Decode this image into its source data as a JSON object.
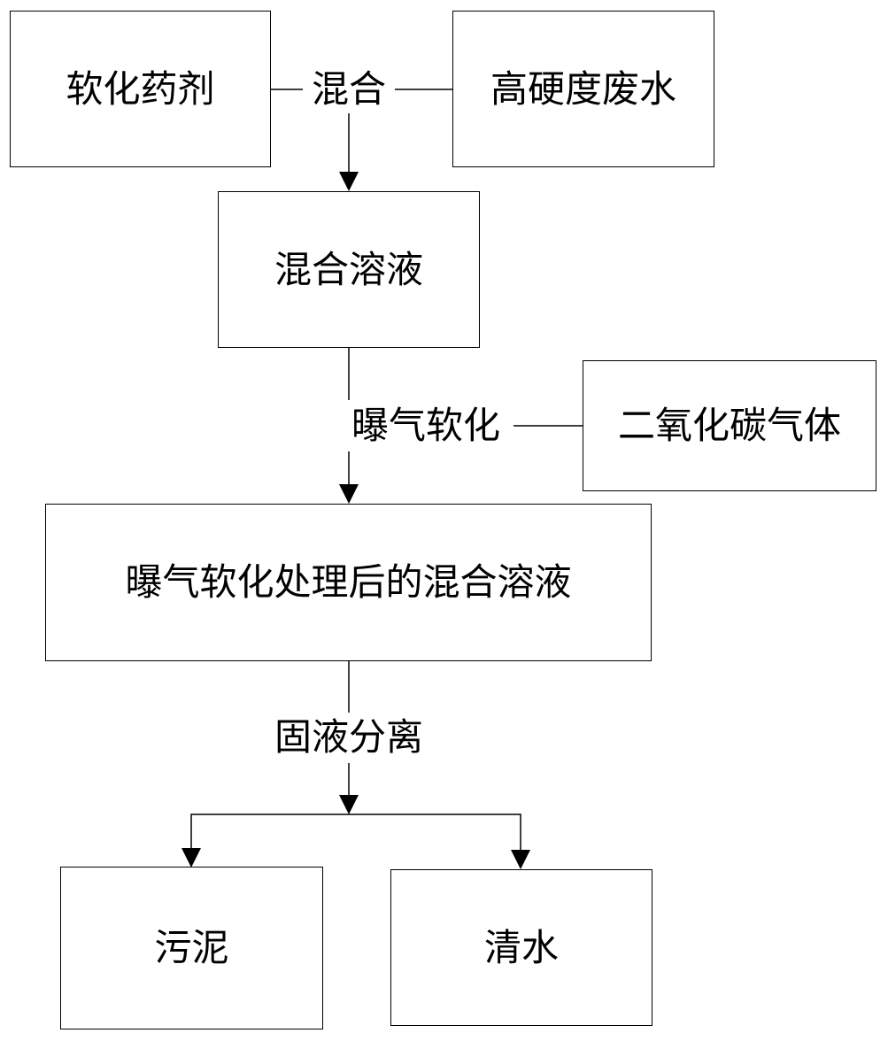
{
  "flowchart": {
    "nodes": {
      "softener": "软化药剂",
      "wastewater": "高硬度废水",
      "mixed_solution": "混合溶液",
      "co2_gas": "二氧化碳气体",
      "treated_solution": "曝气软化处理后的混合溶液",
      "sludge": "污泥",
      "clean_water": "清水"
    },
    "steps": {
      "mixing": "混合",
      "aeration": "曝气软化",
      "separation": "固液分离"
    }
  }
}
